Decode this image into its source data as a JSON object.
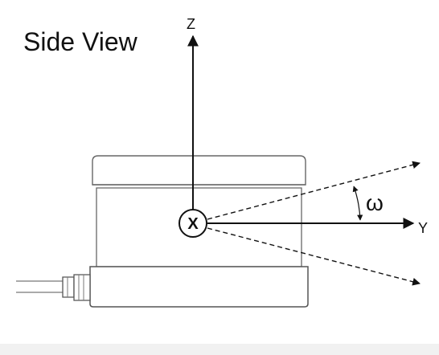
{
  "title": "Side View",
  "axes": {
    "z_label": "Z",
    "y_label": "Y",
    "x_label": "X"
  },
  "angle_label": "ω",
  "colors": {
    "line": "#111111",
    "body_stroke": "#555555",
    "background": "#ffffff"
  }
}
